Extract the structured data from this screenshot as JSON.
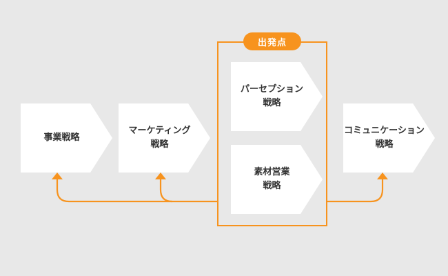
{
  "badge": "出発点",
  "boxes": {
    "business": [
      "事業戦略"
    ],
    "marketing": [
      "マーケティング",
      "戦略"
    ],
    "perception": [
      "パーセプション",
      "戦略"
    ],
    "material": [
      "素材営業",
      "戦略"
    ],
    "communication": [
      "コミュニケーション",
      "戦略"
    ]
  },
  "colors": {
    "accent": "#f7931e",
    "box": "#ffffff",
    "background": "#e8e8e8",
    "text": "#333333"
  }
}
